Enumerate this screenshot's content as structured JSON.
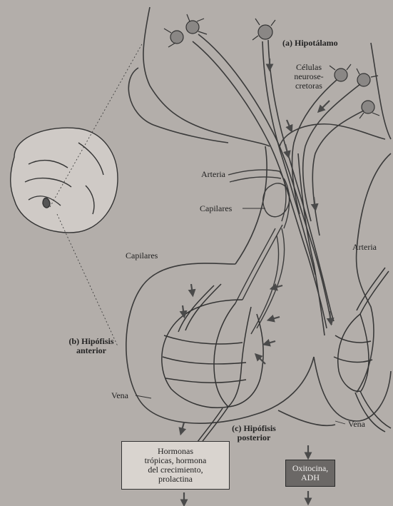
{
  "labels": {
    "hipotalamo": "(a) Hipotálamo",
    "celulas_1": "Células",
    "celulas_2": "neurose-",
    "celulas_3": "cretoras",
    "arteria_left": "Arteria",
    "capilares_upper": "Capilares",
    "capilares_lower": "Capilares",
    "arteria_right": "Arteria",
    "hipofisis_anterior_1": "(b) Hipófisis",
    "hipofisis_anterior_2": "anterior",
    "vena_left": "Vena",
    "hipofisis_posterior_1": "(c) Hipófisis",
    "hipofisis_posterior_2": "posterior",
    "vena_right": "Vena"
  },
  "boxes": {
    "anterior_hormones": [
      "Hormonas",
      "trópicas, hormona",
      "del crecimiento,",
      "prolactina"
    ],
    "posterior_hormones": [
      "Oxitocina,",
      "ADH"
    ]
  },
  "colors": {
    "background": "#b3aeaa",
    "ink": "#2a2a2a",
    "box_light": "#d9d4cf",
    "box_dark": "#6b6866"
  }
}
